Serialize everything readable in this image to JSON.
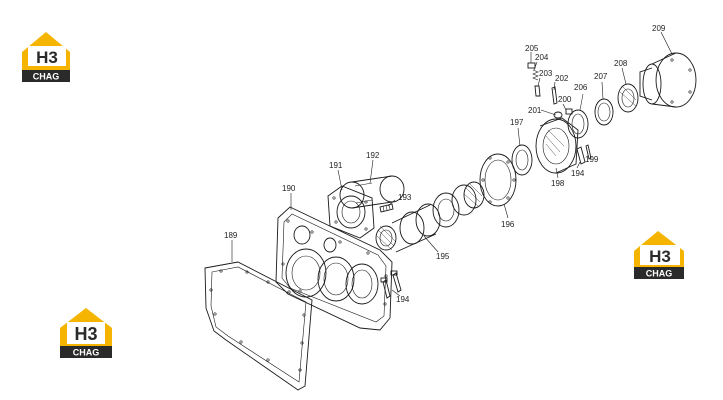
{
  "brand": {
    "logo_main": "H3",
    "logo_sub": "CHAG",
    "color_yellow": "#f5b400",
    "color_dark": "#2a2a2a",
    "color_white": "#ffffff"
  },
  "callouts": [
    {
      "id": "c189",
      "text": "189"
    },
    {
      "id": "c190",
      "text": "190"
    },
    {
      "id": "c191",
      "text": "191"
    },
    {
      "id": "c192",
      "text": "192"
    },
    {
      "id": "c193",
      "text": "193"
    },
    {
      "id": "c194a",
      "text": "194"
    },
    {
      "id": "c194b",
      "text": "194"
    },
    {
      "id": "c195",
      "text": "195"
    },
    {
      "id": "c196",
      "text": "196"
    },
    {
      "id": "c197",
      "text": "197"
    },
    {
      "id": "c198",
      "text": "198"
    },
    {
      "id": "c199",
      "text": "199"
    },
    {
      "id": "c200",
      "text": "200"
    },
    {
      "id": "c201",
      "text": "201"
    },
    {
      "id": "c202",
      "text": "202"
    },
    {
      "id": "c203",
      "text": "203"
    },
    {
      "id": "c204",
      "text": "204"
    },
    {
      "id": "c205",
      "text": "205"
    },
    {
      "id": "c206",
      "text": "206"
    },
    {
      "id": "c207",
      "text": "207"
    },
    {
      "id": "c208",
      "text": "208"
    },
    {
      "id": "c209",
      "text": "209"
    }
  ]
}
